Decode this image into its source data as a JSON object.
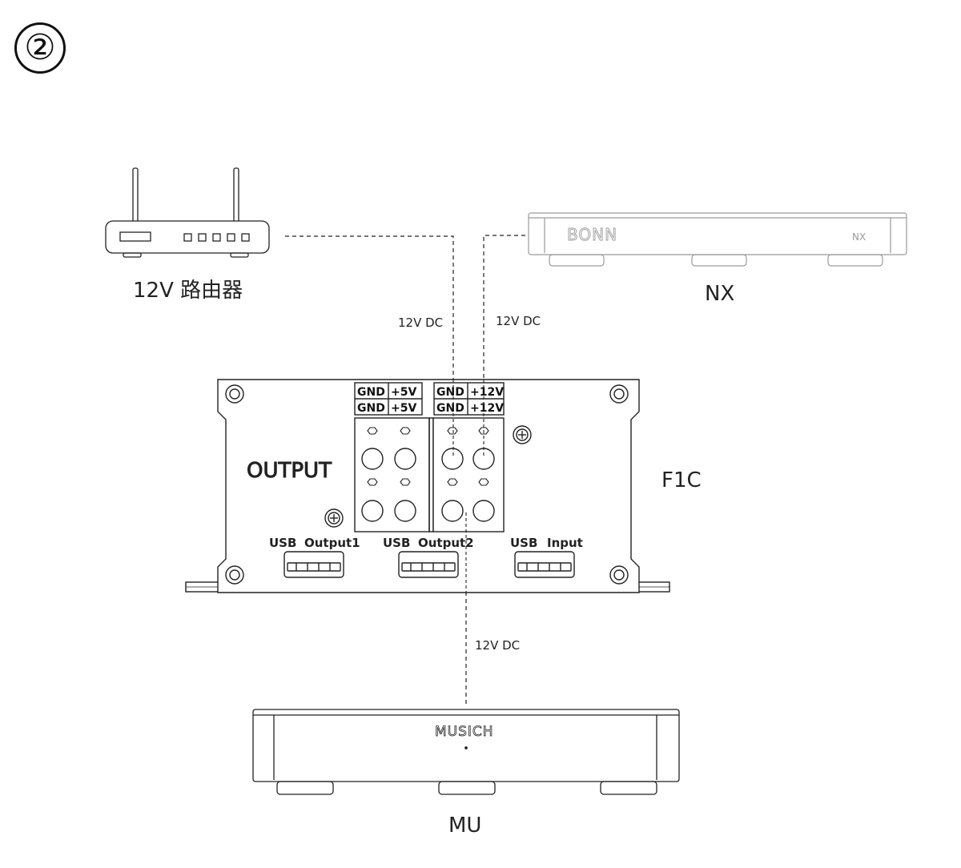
{
  "step": {
    "number": "②"
  },
  "devices": {
    "router": {
      "label": "12V 路由器"
    },
    "nx": {
      "label": "NX",
      "brand": "BONN",
      "model_mark": "NX"
    },
    "f1c": {
      "label": "F1C",
      "panel_title": "OUTPUT"
    },
    "mu": {
      "label": "MU",
      "brand": "MUSICH"
    }
  },
  "connections": {
    "router_link": "12V DC",
    "nx_link": "12V DC",
    "mu_link": "12V DC"
  },
  "terminals": {
    "left": [
      {
        "gnd": "GND",
        "v": "+5V"
      },
      {
        "gnd": "GND",
        "v": "+5V"
      }
    ],
    "right": [
      {
        "gnd": "GND",
        "v": "+12V"
      },
      {
        "gnd": "GND",
        "v": "+12V"
      }
    ]
  },
  "usb_ports": [
    {
      "type": "USB",
      "name": "Output1"
    },
    {
      "type": "USB",
      "name": "Output2"
    },
    {
      "type": "USB",
      "name": "Input"
    }
  ],
  "colors": {
    "stroke": "#222222",
    "faded": "#9a9a9a",
    "background": "#ffffff"
  }
}
